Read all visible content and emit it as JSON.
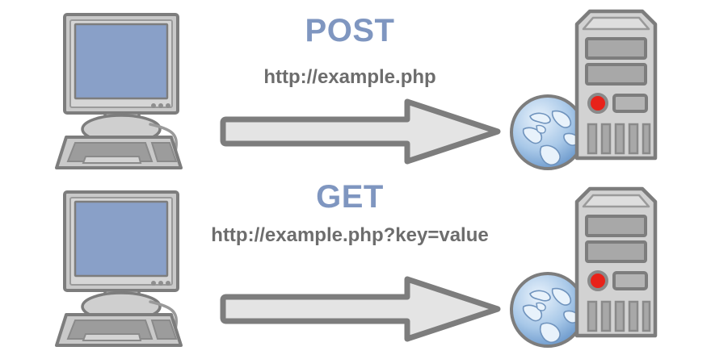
{
  "diagram": {
    "title": "HTTP POST vs GET request diagram",
    "background": "#ffffff",
    "colors": {
      "method_label": "#7f96c0",
      "url_text": "#6d6d6d",
      "screen_blue": "#89a0c8",
      "outline_gray": "#7d7d7d",
      "body_gray": "#c9c9c9",
      "panel_gray": "#a8a8a8",
      "arrow_fill": "#e4e4e4",
      "arrow_stroke": "#7d7d7d",
      "led_red": "#e8221a",
      "globe_blue": "#6c9bd2",
      "globe_light": "#dce9f7"
    },
    "flows": [
      {
        "id": "post",
        "method": "POST",
        "url": "http://example.php",
        "source": "client-computer",
        "target": "web-server",
        "direction": "left-to-right",
        "arrow_icon": "arrow-right-icon",
        "globe_icon": "globe-icon"
      },
      {
        "id": "get",
        "method": "GET",
        "url": "http://example.php?key=value",
        "source": "client-computer",
        "target": "web-server",
        "direction": "left-to-right",
        "arrow_icon": "arrow-right-icon",
        "globe_icon": "globe-icon"
      }
    ]
  }
}
